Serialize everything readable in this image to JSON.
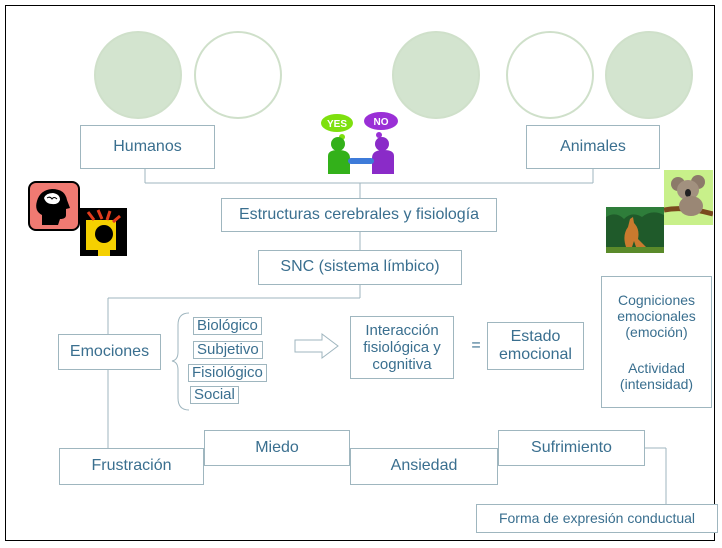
{
  "diagram": {
    "humanos": "Humanos",
    "animales": "Animales",
    "estructuras": "Estructuras cerebrales y fisiología",
    "snc": "SNC (sistema límbico)",
    "emociones": "Emociones",
    "categorias": [
      "Biológico",
      "Subjetivo",
      "Fisiológico",
      "Social"
    ],
    "interaccion": "Interacción fisiológica y cognitiva",
    "igual": "=",
    "estado": "Estado emocional",
    "cogniciones": "Cogniciones emocionales (emoción)",
    "actividad": "Actividad (intensidad)",
    "frustracion": "Frustración",
    "miedo": "Miedo",
    "ansiedad": "Ansiedad",
    "sufrimiento": "Sufrimiento",
    "forma": "Forma de expresión conductual"
  },
  "clipart": {
    "bubble_yes": "YES",
    "bubble_no": "NO"
  },
  "colors": {
    "circle_fill": "#d3e4cf",
    "circle_stroke": "#cfe0ca",
    "line": "#9fb6bf",
    "text": "#3a6f8f"
  }
}
